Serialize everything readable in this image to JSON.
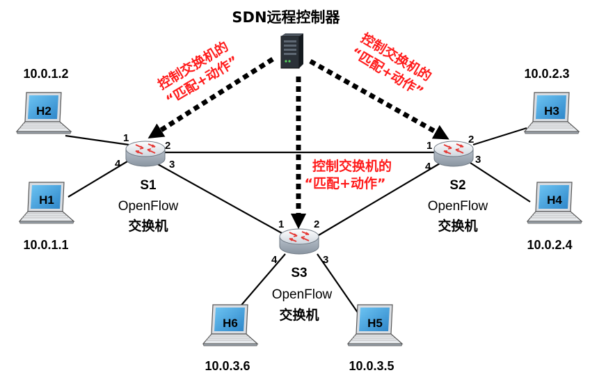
{
  "controller": {
    "title": "SDN远程控制器",
    "icon": "server-icon"
  },
  "annotations": {
    "left": {
      "line1": "控制交换机的",
      "line2": "“匹配+动作”"
    },
    "right": {
      "line1": "控制交换机的",
      "line2": "“匹配+动作”"
    },
    "center": {
      "line1": "控制交换机的",
      "line2": "“匹配+动作”"
    }
  },
  "switches": {
    "s1": {
      "name": "S1",
      "type": "OpenFlow",
      "desc": "交换机",
      "icon": "router-icon",
      "ports": {
        "p1": "1",
        "p2": "2",
        "p3": "3",
        "p4": "4"
      }
    },
    "s2": {
      "name": "S2",
      "type": "OpenFlow",
      "desc": "交换机",
      "icon": "router-icon",
      "ports": {
        "p1": "1",
        "p2": "2",
        "p3": "3",
        "p4": "4"
      }
    },
    "s3": {
      "name": "S3",
      "type": "OpenFlow",
      "desc": "交换机",
      "icon": "router-icon",
      "ports": {
        "p1": "1",
        "p2": "2",
        "p3": "3",
        "p4": "4"
      }
    }
  },
  "hosts": {
    "h1": {
      "label": "H1",
      "ip": "10.0.1.1",
      "icon": "laptop-icon"
    },
    "h2": {
      "label": "H2",
      "ip": "10.0.1.2",
      "icon": "laptop-icon"
    },
    "h3": {
      "label": "H3",
      "ip": "10.0.2.3",
      "icon": "laptop-icon"
    },
    "h4": {
      "label": "H4",
      "ip": "10.0.2.4",
      "icon": "laptop-icon"
    },
    "h5": {
      "label": "H5",
      "ip": "10.0.3.5",
      "icon": "laptop-icon"
    },
    "h6": {
      "label": "H6",
      "ip": "10.0.3.6",
      "icon": "laptop-icon"
    }
  },
  "colors": {
    "annotation": "#ff1a1a",
    "screen": "#3a9ad9",
    "link": "#000000"
  }
}
